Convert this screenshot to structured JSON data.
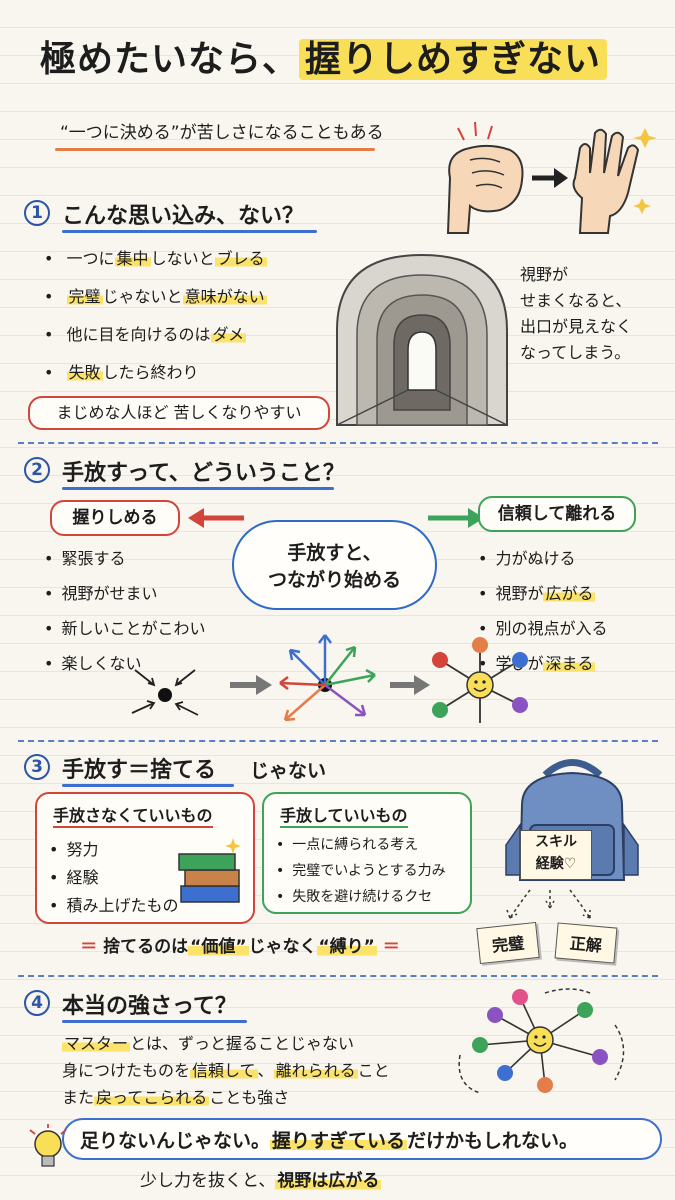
{
  "title": {
    "part1": "極めたいなら、",
    "part2": "握りしめすぎない"
  },
  "subtitle": "“一つに決める”が苦しさになることもある",
  "section1": {
    "num": "1",
    "heading": "こんな思い込み、ない？",
    "bullets": [
      {
        "a": "一つに",
        "b": "集中",
        "c": "しないと",
        "d": "ブレる"
      },
      {
        "a": "",
        "b": "完璧",
        "c": "じゃないと",
        "d": "意味がない"
      },
      {
        "a": "他に目を向けるのは",
        "b": "ダメ",
        "c": "",
        "d": ""
      },
      {
        "a": "",
        "b": "失敗",
        "c": "したら終わり",
        "d": ""
      }
    ],
    "callout": "まじめな人ほど 苦しくなりやすい",
    "side_note": [
      "視野が",
      "せまくなると、",
      "出口が見えなく",
      "なってしまう。"
    ]
  },
  "section2": {
    "num": "2",
    "heading": "手放すって、どういうこと？",
    "left_label": "握りしめる",
    "left_items": [
      "緊張する",
      "視野がせまい",
      "新しいことがこわい",
      "楽しくない"
    ],
    "center_text": [
      "手放すと、",
      "つながり始める"
    ],
    "right_label": "信頼して離れる",
    "right_items": [
      {
        "a": "力がぬける",
        "b": ""
      },
      {
        "a": "視野が",
        "b": "広がる"
      },
      {
        "a": "別の視点が入る",
        "b": ""
      },
      {
        "a": "学びが",
        "b": "深まる"
      }
    ]
  },
  "section3": {
    "num": "3",
    "heading_a": "手放す＝捨てる",
    "heading_b": "じゃない",
    "keep_title": "手放さなくていいもの",
    "keep_items": [
      "努力",
      "経験",
      "積み上げたもの"
    ],
    "release_title": "手放していいもの",
    "release_items": [
      "一点に縛られる考え",
      "完璧でいようとする力み",
      "失敗を避け続けるクセ"
    ],
    "banner": {
      "a": "捨てるのは",
      "b": "“価値”",
      "c": "じゃなく",
      "d": "“縛り”"
    },
    "bag_label": [
      "スキル",
      "経験♡"
    ],
    "cards": [
      "完璧",
      "正解"
    ]
  },
  "section4": {
    "num": "4",
    "heading": "本当の強さって？",
    "line1": {
      "a": "マスター",
      "b": "とは、ずっと握ることじゃない"
    },
    "line2": {
      "a": "身につけたものを",
      "b": "信頼して",
      "c": "、",
      "d": "離れられる",
      "e": "こと"
    },
    "line3": {
      "a": "また",
      "b": "戻ってこられる",
      "c": "ことも強さ"
    }
  },
  "footer": {
    "line1": {
      "a": "足りないんじゃない。",
      "b": "握りすぎている",
      "c": "だけかもしれない。"
    },
    "line2": {
      "a": "少し力を抜くと、",
      "b": "視野は広がる"
    }
  },
  "colors": {
    "accent_yellow": "#f9df57",
    "blue": "#2a55a8",
    "red": "#d3453b",
    "green": "#3ea35a",
    "orange": "#e37d4a"
  },
  "icons": [
    "fist-icon",
    "open-hand-icon",
    "arrow-right-icon",
    "tunnel-illustration",
    "dot-icon",
    "burst-arrows-icon",
    "smiley-network-icon",
    "books-icon",
    "backpack-icon",
    "lightbulb-icon"
  ]
}
